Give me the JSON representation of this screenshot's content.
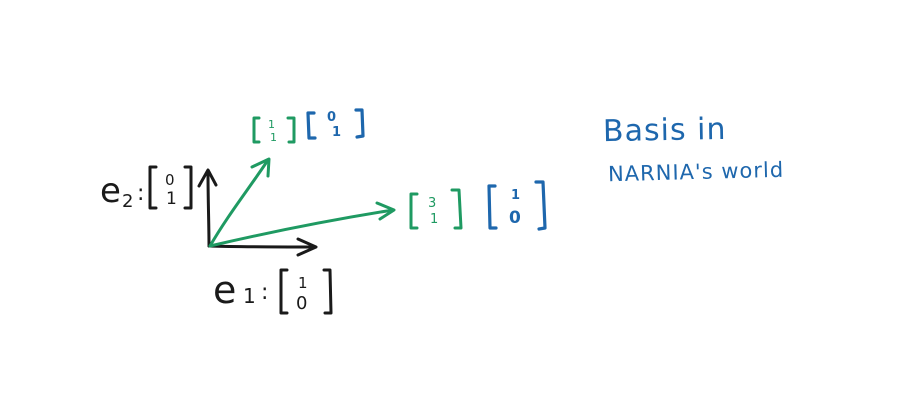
{
  "colors": {
    "black": "#1a1a1a",
    "green": "#1f9a62",
    "blue": "#1e67ad"
  },
  "labels": {
    "e1_name": "e",
    "e1_sub": "1",
    "e1_eq": ":",
    "e1_top": "1",
    "e1_bottom": "0",
    "e2_name": "e",
    "e2_sub": "2",
    "e2_eq": ":",
    "e2_top": "0",
    "e2_bottom": "1",
    "v1_green_top": "1",
    "v1_green_bottom": "1",
    "v1_blue_top": "0",
    "v1_blue_bottom": "1",
    "v2_green_top": "3",
    "v2_green_bottom": "1",
    "v2_blue_top": "1",
    "v2_blue_bottom": "0"
  },
  "caption": {
    "line1": "Basis in",
    "line2": "NARNIA's world"
  }
}
